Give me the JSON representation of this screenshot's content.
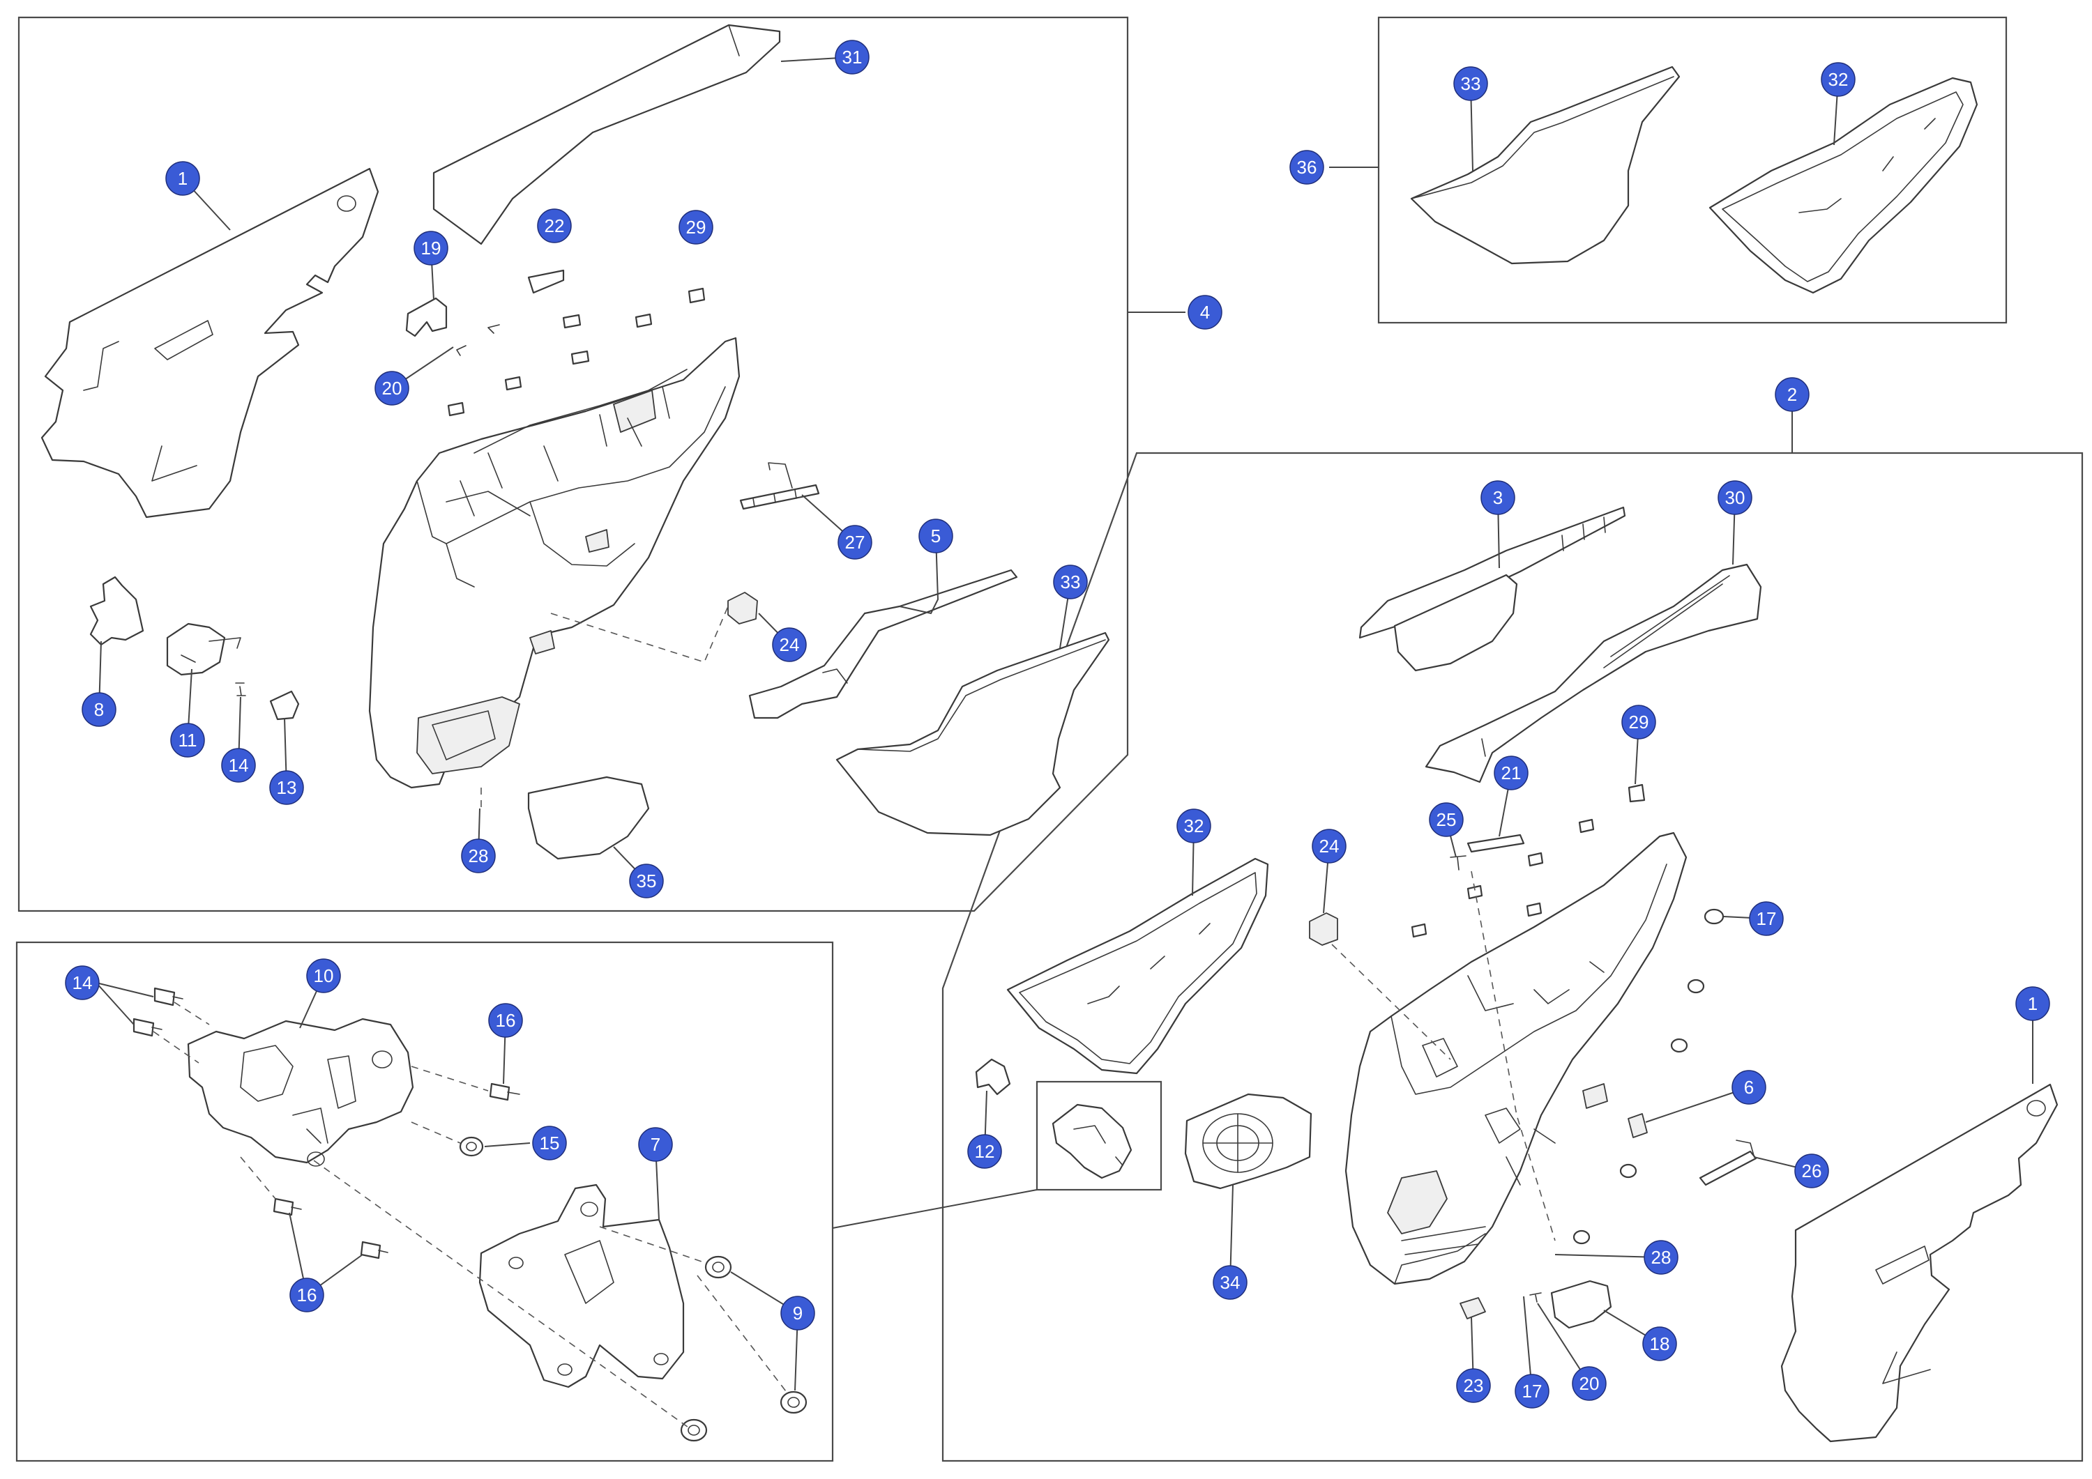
{
  "accent_color": "#3a5bd6",
  "callouts": [
    {
      "id": "c1",
      "label": "1"
    },
    {
      "id": "c31",
      "label": "31"
    },
    {
      "id": "c19",
      "label": "19"
    },
    {
      "id": "c22",
      "label": "22"
    },
    {
      "id": "c29",
      "label": "29"
    },
    {
      "id": "c20",
      "label": "20"
    },
    {
      "id": "c4",
      "label": "4"
    },
    {
      "id": "c27",
      "label": "27"
    },
    {
      "id": "c5",
      "label": "5"
    },
    {
      "id": "c33",
      "label": "33"
    },
    {
      "id": "c24",
      "label": "24"
    },
    {
      "id": "c8",
      "label": "8"
    },
    {
      "id": "c11",
      "label": "11"
    },
    {
      "id": "c14",
      "label": "14"
    },
    {
      "id": "c13",
      "label": "13"
    },
    {
      "id": "c28",
      "label": "28"
    },
    {
      "id": "c35",
      "label": "35"
    },
    {
      "id": "c36",
      "label": "36"
    },
    {
      "id": "c33b",
      "label": "33"
    },
    {
      "id": "c32b",
      "label": "32"
    },
    {
      "id": "c2",
      "label": "2"
    },
    {
      "id": "c3",
      "label": "3"
    },
    {
      "id": "c30",
      "label": "30"
    },
    {
      "id": "c29b",
      "label": "29"
    },
    {
      "id": "c21",
      "label": "21"
    },
    {
      "id": "c25",
      "label": "25"
    },
    {
      "id": "c32",
      "label": "32"
    },
    {
      "id": "c24b",
      "label": "24"
    },
    {
      "id": "c17",
      "label": "17"
    },
    {
      "id": "c1b",
      "label": "1"
    },
    {
      "id": "c6",
      "label": "6"
    },
    {
      "id": "c26",
      "label": "26"
    },
    {
      "id": "c12",
      "label": "12"
    },
    {
      "id": "c34",
      "label": "34"
    },
    {
      "id": "c28b",
      "label": "28"
    },
    {
      "id": "c18",
      "label": "18"
    },
    {
      "id": "c23",
      "label": "23"
    },
    {
      "id": "c17b",
      "label": "17"
    },
    {
      "id": "c20b",
      "label": "20"
    },
    {
      "id": "c14b",
      "label": "14"
    },
    {
      "id": "c10",
      "label": "10"
    },
    {
      "id": "c16",
      "label": "16"
    },
    {
      "id": "c15",
      "label": "15"
    },
    {
      "id": "c7",
      "label": "7"
    },
    {
      "id": "c9",
      "label": "9"
    },
    {
      "id": "c16b",
      "label": "16"
    }
  ]
}
